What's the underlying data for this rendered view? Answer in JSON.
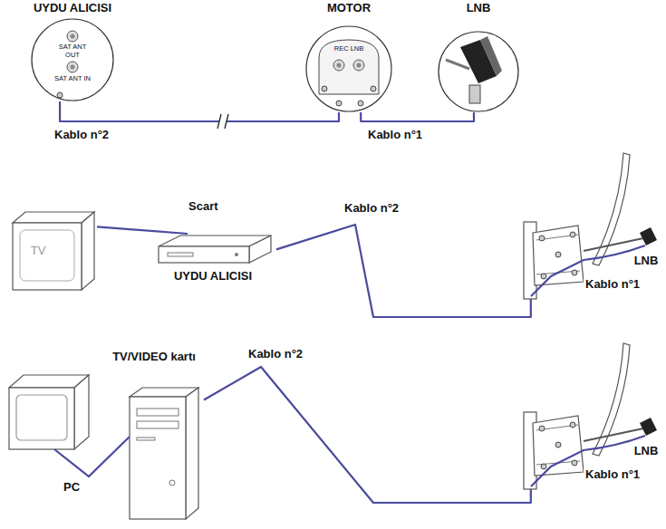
{
  "diagram": {
    "nodes": [
      {
        "text": [
          "UYDU ALICISI",
          "SAT ANT OUT",
          "SAT ANT IN"
        ]
      },
      {
        "text": [
          "MOTOR",
          "REC LNB"
        ]
      },
      {
        "text": [
          "LNB"
        ]
      },
      {
        "text": [
          "TV"
        ]
      },
      {
        "text": [
          "UYDU ALICISI"
        ]
      },
      {
        "text": [
          "LNB"
        ]
      },
      {
        "text": [
          "TV/VIDEO kartı"
        ]
      },
      {
        "text": [
          "LNB"
        ]
      }
    ],
    "edges": [
      {
        "from": 0,
        "to": 1,
        "label": "Kablo n°2",
        "arrow": "none"
      },
      {
        "from": 1,
        "to": 2,
        "label": "Kablo n°1",
        "arrow": "none"
      },
      {
        "from": 3,
        "to": 4,
        "label": "Scart",
        "arrow": "none"
      },
      {
        "from": 4,
        "to": 5,
        "label": "Kablo n°2",
        "arrow": "none"
      },
      {
        "from": 6,
        "to": 7,
        "label": "Kablo n°2",
        "arrow": "none"
      }
    ],
    "labels": [
      "Kablo n°1",
      "PC",
      "Kablo n°1"
    ]
  }
}
